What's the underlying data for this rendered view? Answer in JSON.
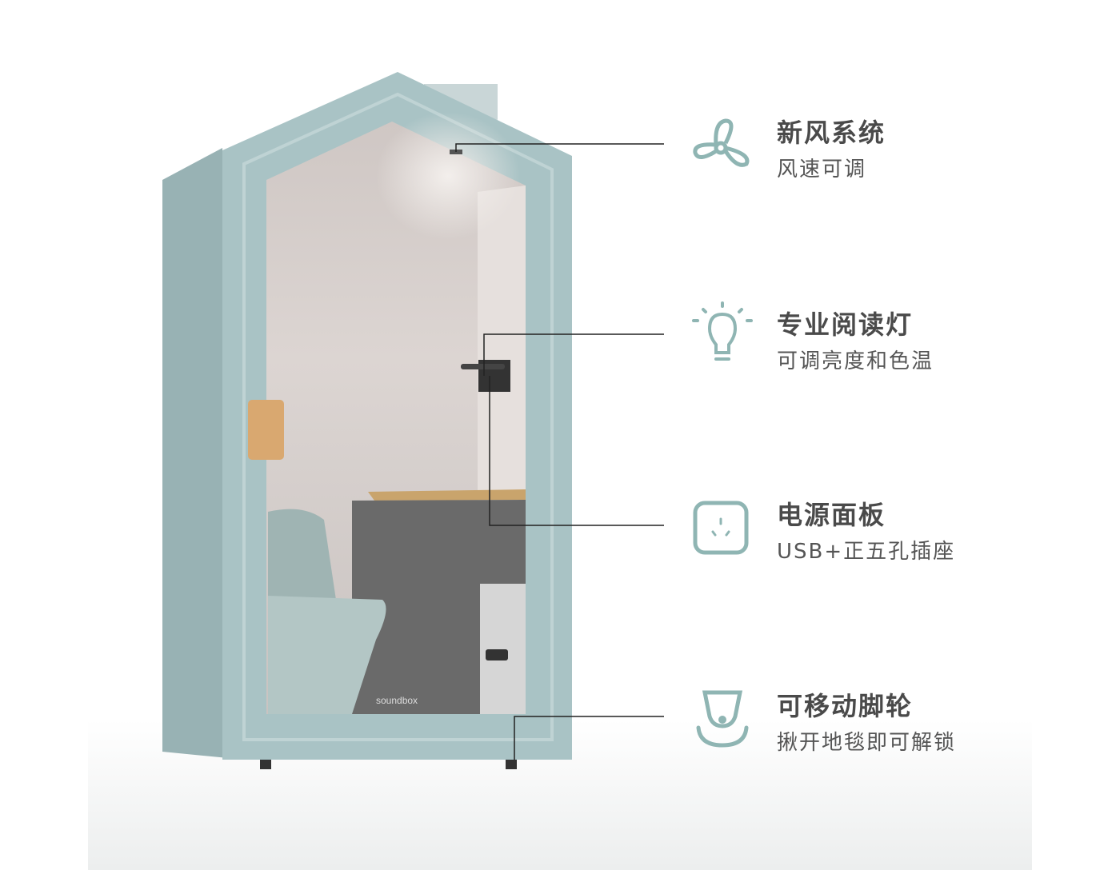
{
  "colors": {
    "accent": "#8fb5b3",
    "booth": "#a9c3c5",
    "interior": "#d8d0cd",
    "wood": "#d9a870",
    "text": "#4a4a4a"
  },
  "brand_logo": "soundbox",
  "features": [
    {
      "icon": "fan-icon",
      "title": "新风系统",
      "subtitle": "风速可调"
    },
    {
      "icon": "lightbulb-icon",
      "title": "专业阅读灯",
      "subtitle": "可调亮度和色温"
    },
    {
      "icon": "power-socket-icon",
      "title": "电源面板",
      "subtitle": "USB+正五孔插座"
    },
    {
      "icon": "caster-wheel-icon",
      "title": "可移动脚轮",
      "subtitle": "揪开地毯即可解锁"
    }
  ]
}
